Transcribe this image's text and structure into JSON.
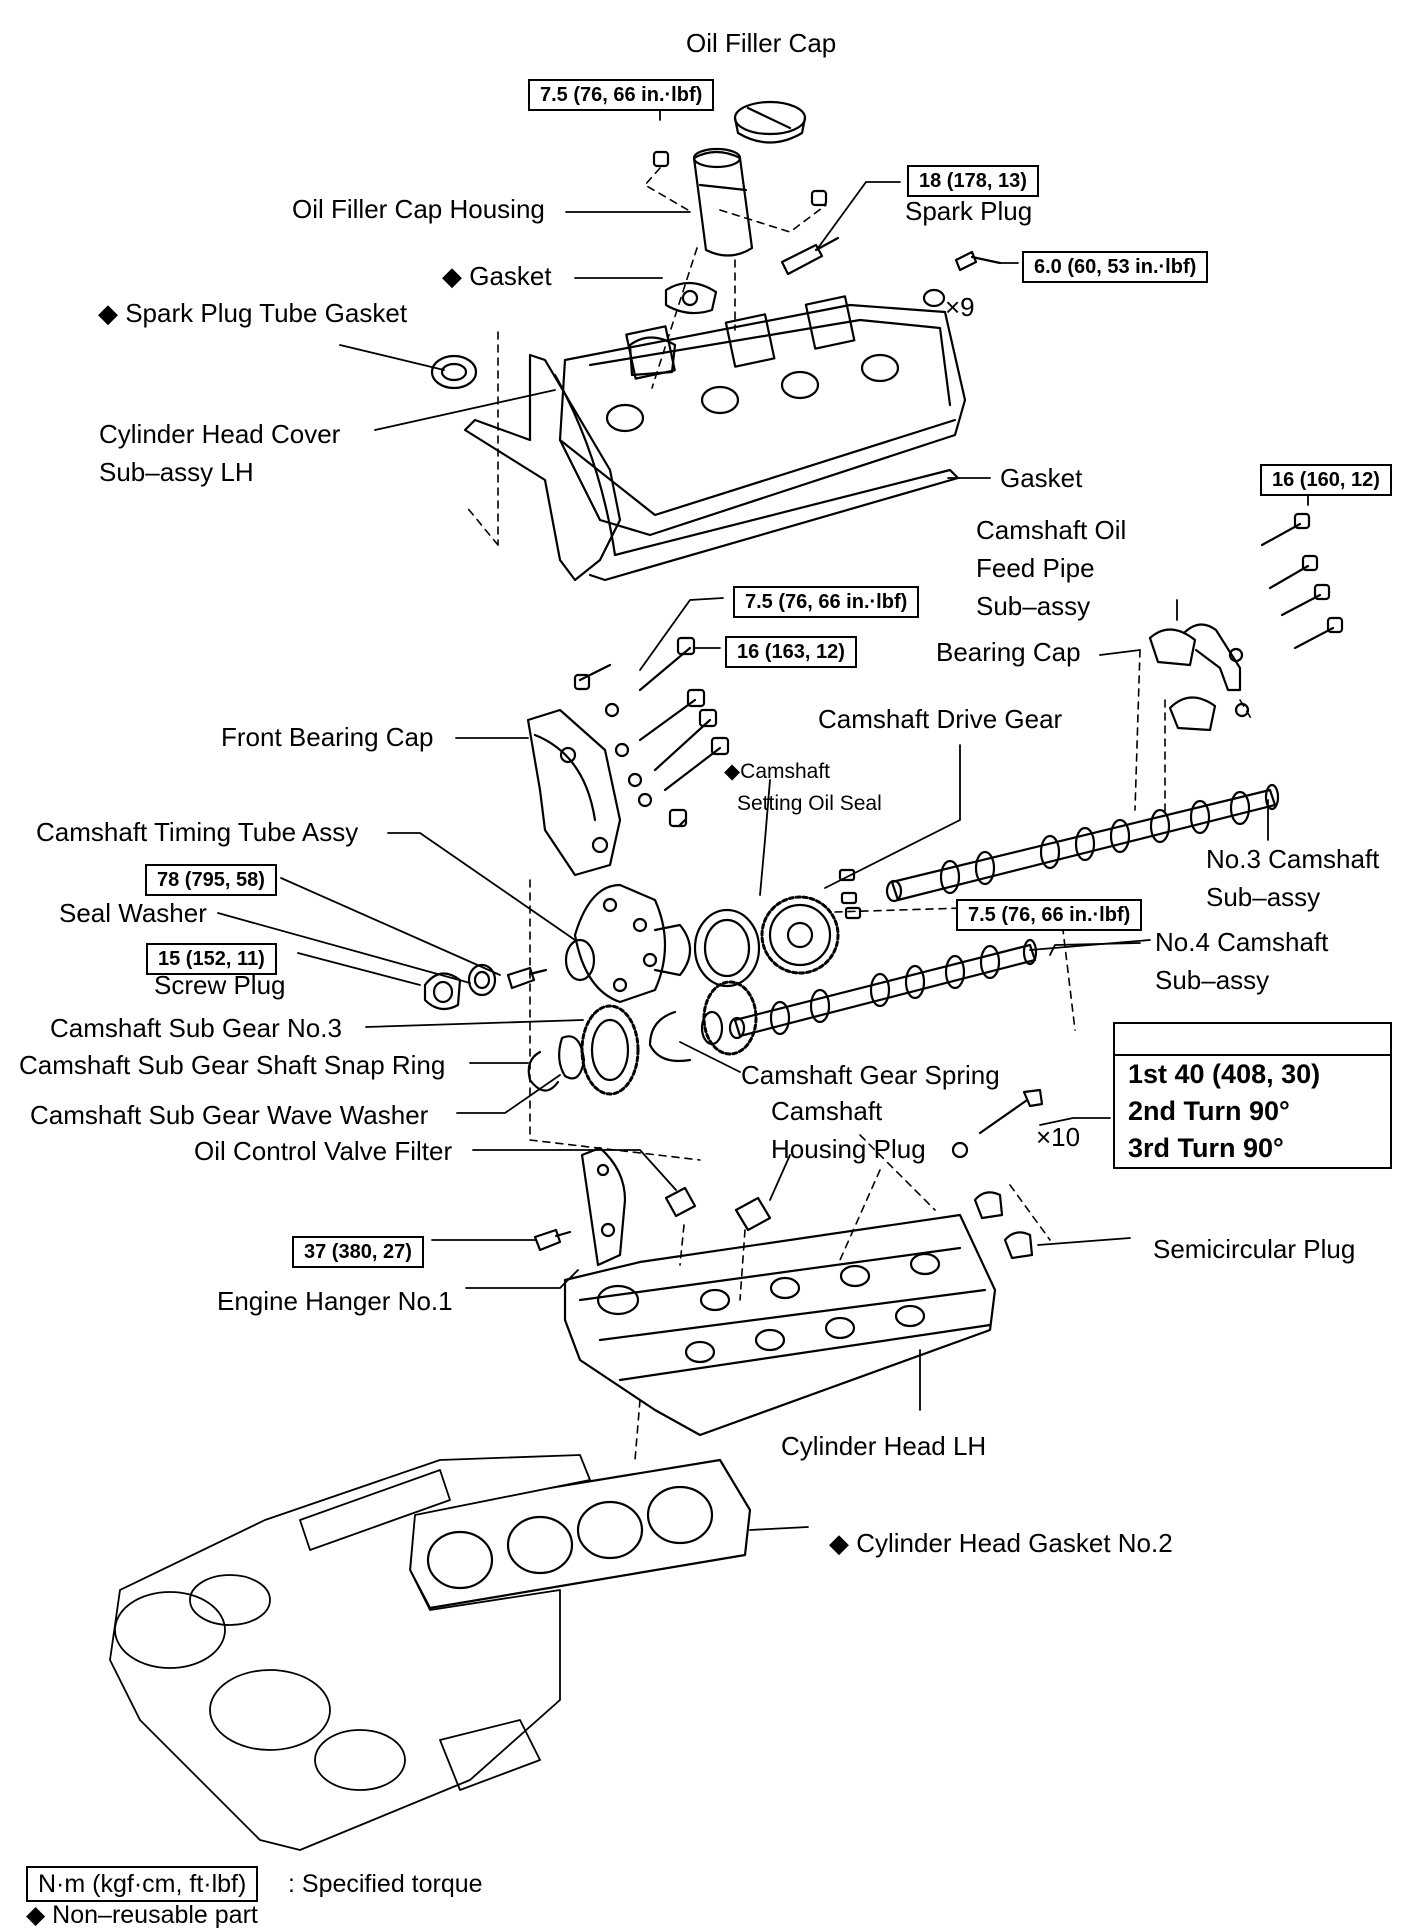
{
  "labels": {
    "oil_filler_cap": "Oil Filler Cap",
    "oil_filler_cap_housing": "Oil Filler Cap Housing",
    "gasket_top": "◆ Gasket",
    "spark_plug_tube_gasket": "◆ Spark Plug Tube Gasket",
    "spark_plug": "Spark Plug",
    "x9": "×9",
    "cyl_head_cover_1": "Cylinder Head Cover",
    "cyl_head_cover_2": "Sub–assy LH",
    "gasket_cover": "Gasket",
    "camshaft_oil_feed_1": "Camshaft Oil",
    "camshaft_oil_feed_2": "Feed Pipe",
    "camshaft_oil_feed_3": "Sub–assy",
    "bearing_cap": "Bearing Cap",
    "front_bearing_cap": "Front Bearing Cap",
    "camshaft_drive_gear": "Camshaft Drive Gear",
    "camshaft_setting_oil_seal_1": "◆Camshaft",
    "camshaft_setting_oil_seal_2": "Setting Oil Seal",
    "camshaft_timing_tube": "Camshaft Timing Tube Assy",
    "no3_camshaft_1": "No.3 Camshaft",
    "no3_camshaft_2": "Sub–assy",
    "seal_washer": "Seal Washer",
    "no4_camshaft_1": "No.4 Camshaft",
    "no4_camshaft_2": "Sub–assy",
    "screw_plug": "Screw Plug",
    "sub_gear_no3": "Camshaft Sub Gear No.3",
    "snap_ring": "Camshaft Sub Gear Shaft Snap Ring",
    "gear_spring": "Camshaft Gear Spring",
    "wave_washer": "Camshaft Sub Gear Wave Washer",
    "housing_plug_1": "Camshaft",
    "housing_plug_2": "Housing Plug",
    "x10": "×10",
    "ocv_filter": "Oil Control Valve Filter",
    "semicircular_plug": "Semicircular Plug",
    "engine_hanger": "Engine Hanger No.1",
    "cylinder_head_lh": "Cylinder Head LH",
    "cyl_head_gasket": "◆ Cylinder Head Gasket No.2"
  },
  "torques": {
    "oil_filler": "7.5 (76, 66 in.·lbf)",
    "spark_plug": "18 (178, 13)",
    "cover_bolt": "6.0 (60, 53 in.·lbf)",
    "bearing_cap_rear": "16 (160, 12)",
    "front_cap_small": "7.5 (76, 66 in.·lbf)",
    "front_cap_bolt": "16 (163, 12)",
    "timing_tube": "78 (795, 58)",
    "screw_plug": "15 (152, 11)",
    "drive_gear": "7.5 (76, 66 in.·lbf)",
    "engine_hanger": "37 (380, 27)"
  },
  "head_bolt_spec": [
    "1st 40 (408, 30)",
    "2nd Turn 90°",
    "3rd Turn 90°"
  ],
  "legend": {
    "torque_box": "N·m (kgf·cm, ft·lbf)",
    "torque_text": ": Specified torque",
    "nonreusable": "◆ Non–reusable part"
  }
}
